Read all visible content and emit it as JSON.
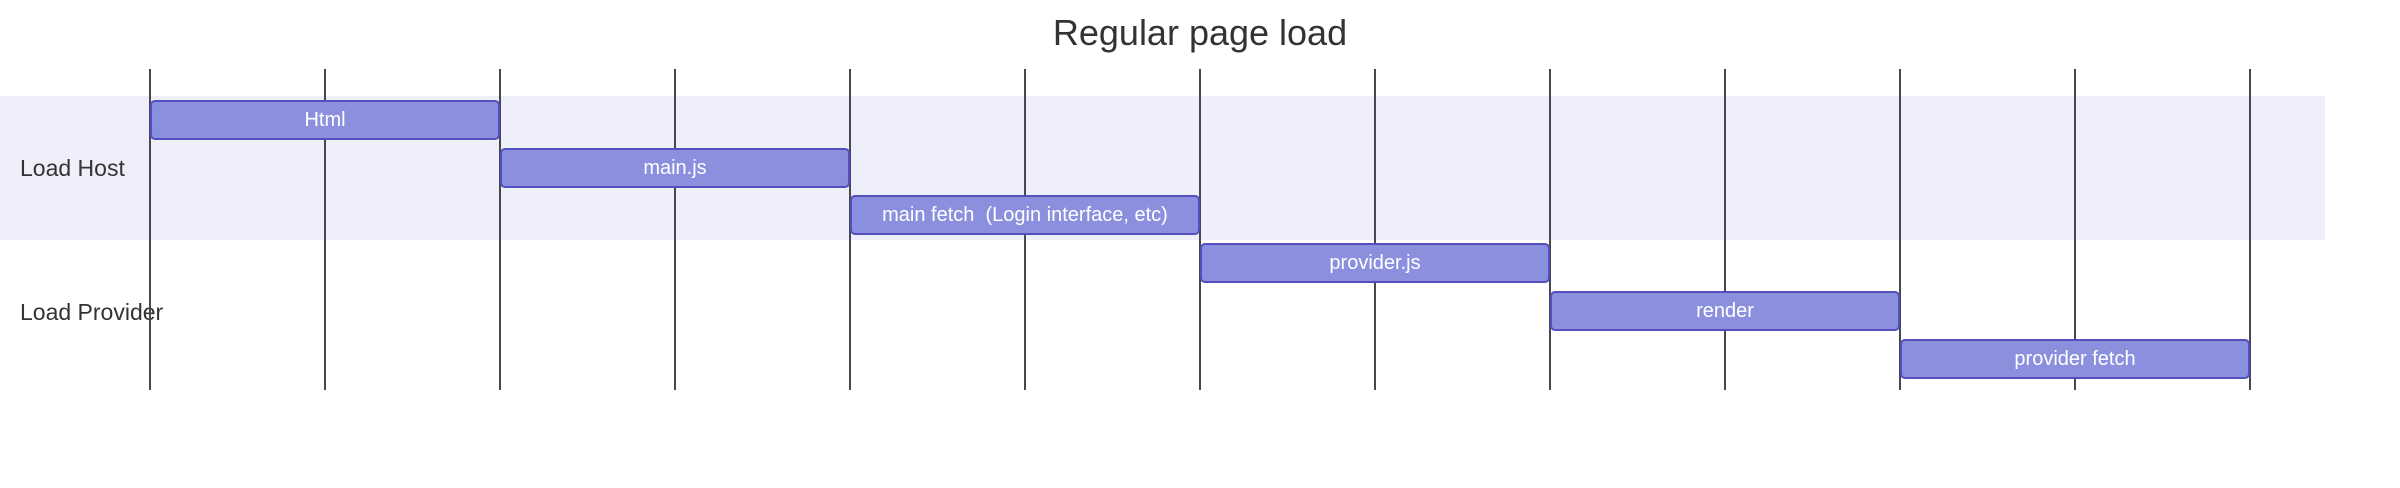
{
  "title": "Regular page load",
  "colors": {
    "background": "#ffffff",
    "title_text": "#333333",
    "section_label_text": "#333333",
    "section_band": "#efeffb",
    "grid_line": "#47474f",
    "task_fill": "#8a90dd",
    "task_border": "#534fbc",
    "task_text": "#ffffff"
  },
  "chart_data": {
    "type": "gantt",
    "title": "Regular page load",
    "legend": "none",
    "grid": true,
    "axis": {
      "orientation": "horizontal-time",
      "unit_min": 0,
      "unit_max": 12,
      "tick_step": 1,
      "tick_labels_visible": false,
      "tick_labels": []
    },
    "sections": [
      {
        "name": "Load Host",
        "band": true
      },
      {
        "name": "Load Provider",
        "band": false
      }
    ],
    "tasks": [
      {
        "label": "Html",
        "section": "Load Host",
        "row": 0,
        "start": 0,
        "end": 2
      },
      {
        "label": "main.js",
        "section": "Load Host",
        "row": 1,
        "start": 2,
        "end": 4
      },
      {
        "label": "main fetch  (Login interface, etc)",
        "section": "Load Host",
        "row": 2,
        "start": 4,
        "end": 6
      },
      {
        "label": "provider.js",
        "section": "Load Provider",
        "row": 3,
        "start": 6,
        "end": 8
      },
      {
        "label": "render",
        "section": "Load Provider",
        "row": 4,
        "start": 8,
        "end": 10
      },
      {
        "label": "provider fetch",
        "section": "Load Provider",
        "row": 5,
        "start": 10,
        "end": 12
      }
    ]
  }
}
